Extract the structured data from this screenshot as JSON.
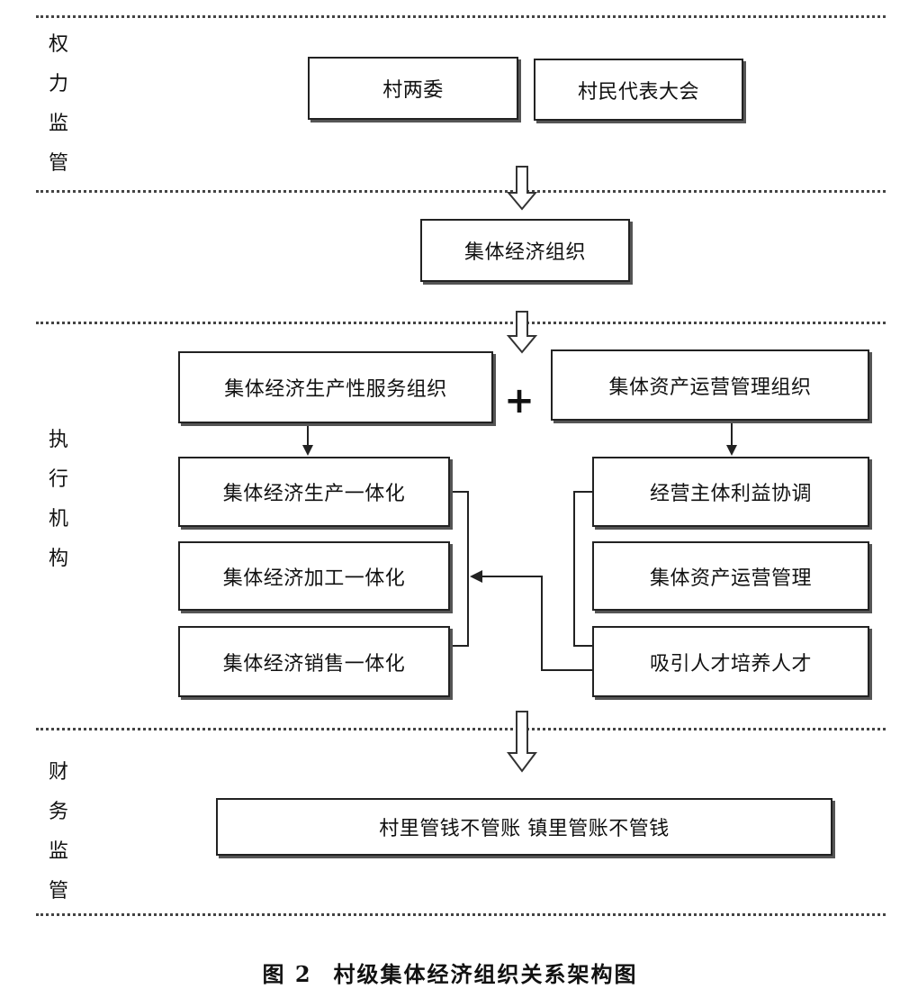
{
  "sections": {
    "power": [
      "权",
      "力",
      "监",
      "管"
    ],
    "execution": [
      "执",
      "行",
      "机",
      "构"
    ],
    "finance": [
      "财",
      "务",
      "监",
      "管"
    ]
  },
  "boxes": {
    "village_committees": "村两委",
    "villager_assembly": "村民代表大会",
    "collective_org": "集体经济组织",
    "production_service_org": "集体经济生产性服务组织",
    "asset_management_org": "集体资产运营管理组织",
    "production_integration": "集体经济生产一体化",
    "processing_integration": "集体经济加工一体化",
    "sales_integration": "集体经济销售一体化",
    "interest_coordination": "经营主体利益协调",
    "asset_management": "集体资产运营管理",
    "talent": "吸引人才培养人才",
    "finance_rule": "村里管钱不管账  镇里管账不管钱"
  },
  "plus_sign": "+",
  "caption": {
    "number": "图 2",
    "title": "村级集体经济组织关系架构图"
  }
}
